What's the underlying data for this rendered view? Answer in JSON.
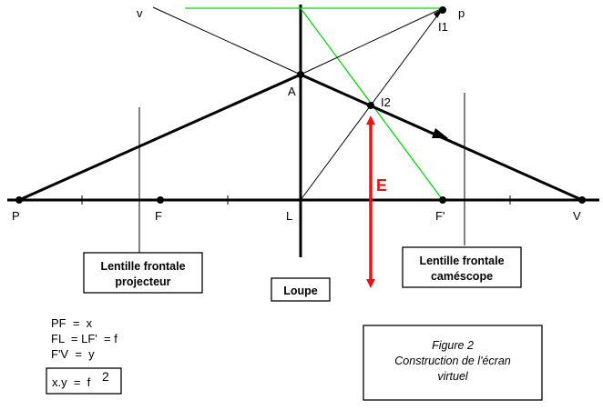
{
  "points": {
    "P": "P",
    "F": "F",
    "L": "L",
    "F_prime": "F'",
    "V": "V",
    "A": "A",
    "I1": "I1",
    "I2": "I2",
    "v": "v",
    "p": "p"
  },
  "image_label": "E",
  "labels": {
    "lens_projector_line1": "Lentille frontale",
    "lens_projector_line2": "projecteur",
    "loupe": "Loupe",
    "lens_camcorder_line1": "Lentille frontale",
    "lens_camcorder_line2": "caméscope"
  },
  "formulas": {
    "pf": "PF  =  x",
    "fl": "FL  = LF'  = f",
    "fv": "F'V  =  y",
    "product": "x.y  =  f",
    "product_exponent": "2"
  },
  "caption": {
    "line1": "Figure 2",
    "line2": "Construction de l'écran",
    "line3": "virtuel"
  },
  "colors": {
    "axis": "#000000",
    "green_ray": "#00dd00",
    "image_arrow": "#ee1111"
  }
}
